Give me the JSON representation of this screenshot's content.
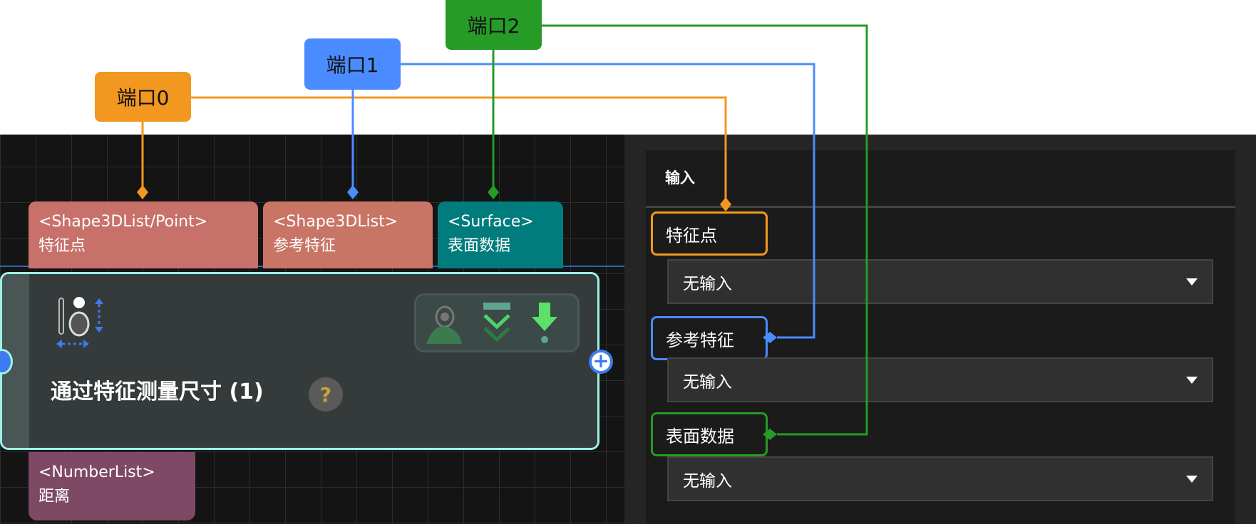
{
  "ports": [
    {
      "label": "端口0",
      "color": "#f2971f"
    },
    {
      "label": "端口1",
      "color": "#4a8cff"
    },
    {
      "label": "端口2",
      "color": "#269b26"
    }
  ],
  "inputs": [
    {
      "type": "<Shape3DList/Point>",
      "name": "特征点",
      "color": "#c8716a"
    },
    {
      "type": "<Shape3DList>",
      "name": "参考特征",
      "color": "#c97566"
    },
    {
      "type": "<Surface>",
      "name": "表面数据",
      "color": "#007c7c"
    }
  ],
  "output": {
    "type": "<NumberList>",
    "name": "距离",
    "color": "#7e4964"
  },
  "node": {
    "title": "通过特征测量尺寸 (1)",
    "help": "?"
  },
  "panel": {
    "header": "输入",
    "fields": [
      {
        "label": "特征点",
        "value": "无输入"
      },
      {
        "label": "参考特征",
        "value": "无输入"
      },
      {
        "label": "表面数据",
        "value": "无输入"
      }
    ]
  }
}
